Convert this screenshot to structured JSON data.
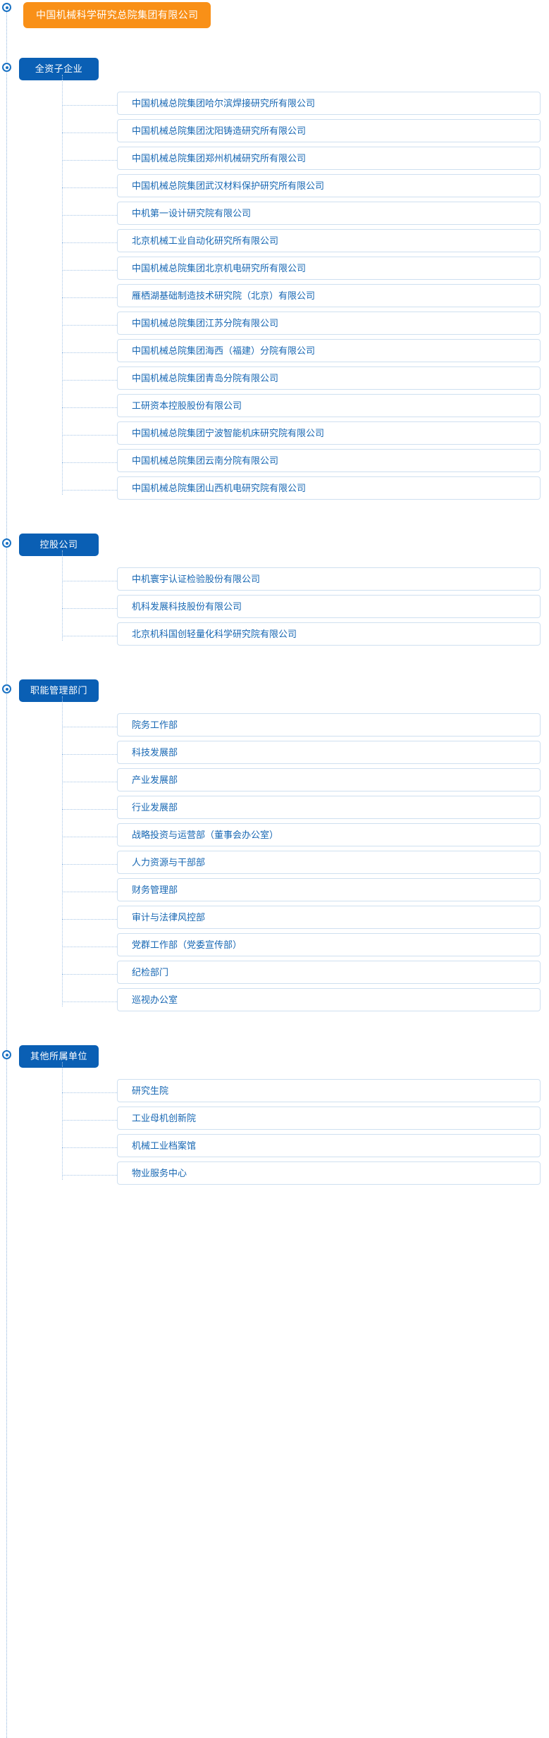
{
  "root": {
    "label": "中国机械科学研究总院集团有限公司",
    "color": "#f99017"
  },
  "theme": {
    "section_color": "#0a5fb4",
    "item_text_color": "#1767b3",
    "item_border_color": "#cfe0f0",
    "connector_color": "#a8c6e6"
  },
  "sections": [
    {
      "title": "全资子企业",
      "items": [
        "中国机械总院集团哈尔滨焊接研究所有限公司",
        "中国机械总院集团沈阳铸造研究所有限公司",
        "中国机械总院集团郑州机械研究所有限公司",
        "中国机械总院集团武汉材料保护研究所有限公司",
        "中机第一设计研究院有限公司",
        "北京机械工业自动化研究所有限公司",
        "中国机械总院集团北京机电研究所有限公司",
        "雁栖湖基础制造技术研究院（北京）有限公司",
        "中国机械总院集团江苏分院有限公司",
        "中国机械总院集团海西（福建）分院有限公司",
        "中国机械总院集团青岛分院有限公司",
        "工研资本控股股份有限公司",
        "中国机械总院集团宁波智能机床研究院有限公司",
        "中国机械总院集团云南分院有限公司",
        "中国机械总院集团山西机电研究院有限公司"
      ]
    },
    {
      "title": "控股公司",
      "items": [
        "中机寰宇认证检验股份有限公司",
        "机科发展科技股份有限公司",
        "北京机科国创轻量化科学研究院有限公司"
      ]
    },
    {
      "title": "职能管理部门",
      "items": [
        "院务工作部",
        "科技发展部",
        "产业发展部",
        "行业发展部",
        "战略投资与运营部（董事会办公室）",
        "人力资源与干部部",
        "财务管理部",
        "审计与法律风控部",
        "党群工作部（党委宣传部）",
        "纪检部门",
        "巡视办公室"
      ]
    },
    {
      "title": "其他所属单位",
      "items": [
        "研究生院",
        "工业母机创新院",
        "机械工业档案馆",
        "物业服务中心"
      ]
    }
  ]
}
